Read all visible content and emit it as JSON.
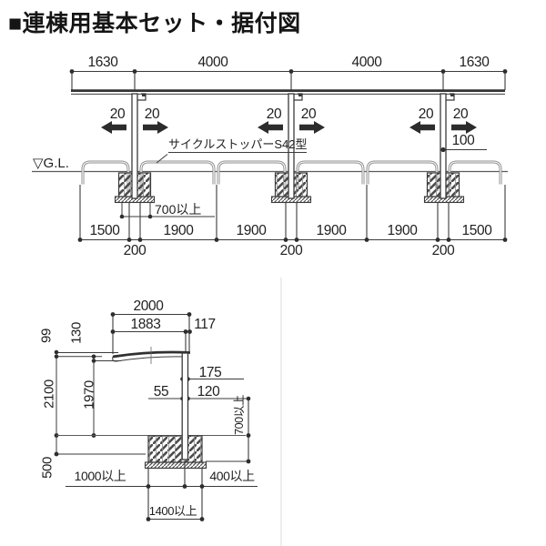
{
  "title": "■連棟用基本セット・据付図",
  "top_view": {
    "roof_dims": [
      "1630",
      "4000",
      "4000",
      "1630"
    ],
    "offsets": [
      "20",
      "20",
      "20",
      "20",
      "20",
      "20"
    ],
    "stopper_label": "サイクルストッパーS42型",
    "stopper_offset": "100",
    "gl_label": "▽G.L.",
    "footing_width": "700以上",
    "ground_dims": [
      "1500",
      "1900",
      "1900",
      "1900",
      "1900",
      "1500"
    ],
    "post_spans": [
      "200",
      "200",
      "200"
    ]
  },
  "side_view": {
    "overall_width": "2000",
    "panel_width": "1883",
    "overhang": "117",
    "edge_height": "99",
    "beam_depth": "130",
    "total_height": "2100",
    "clear_height": "1970",
    "ground_depth": "500",
    "dim_175": "175",
    "dim_55": "55",
    "dim_120": "120",
    "footing_depth": "700以上",
    "front_clear": "1000以上",
    "rear_clear": "400以上",
    "footing_width": "1400以上"
  }
}
